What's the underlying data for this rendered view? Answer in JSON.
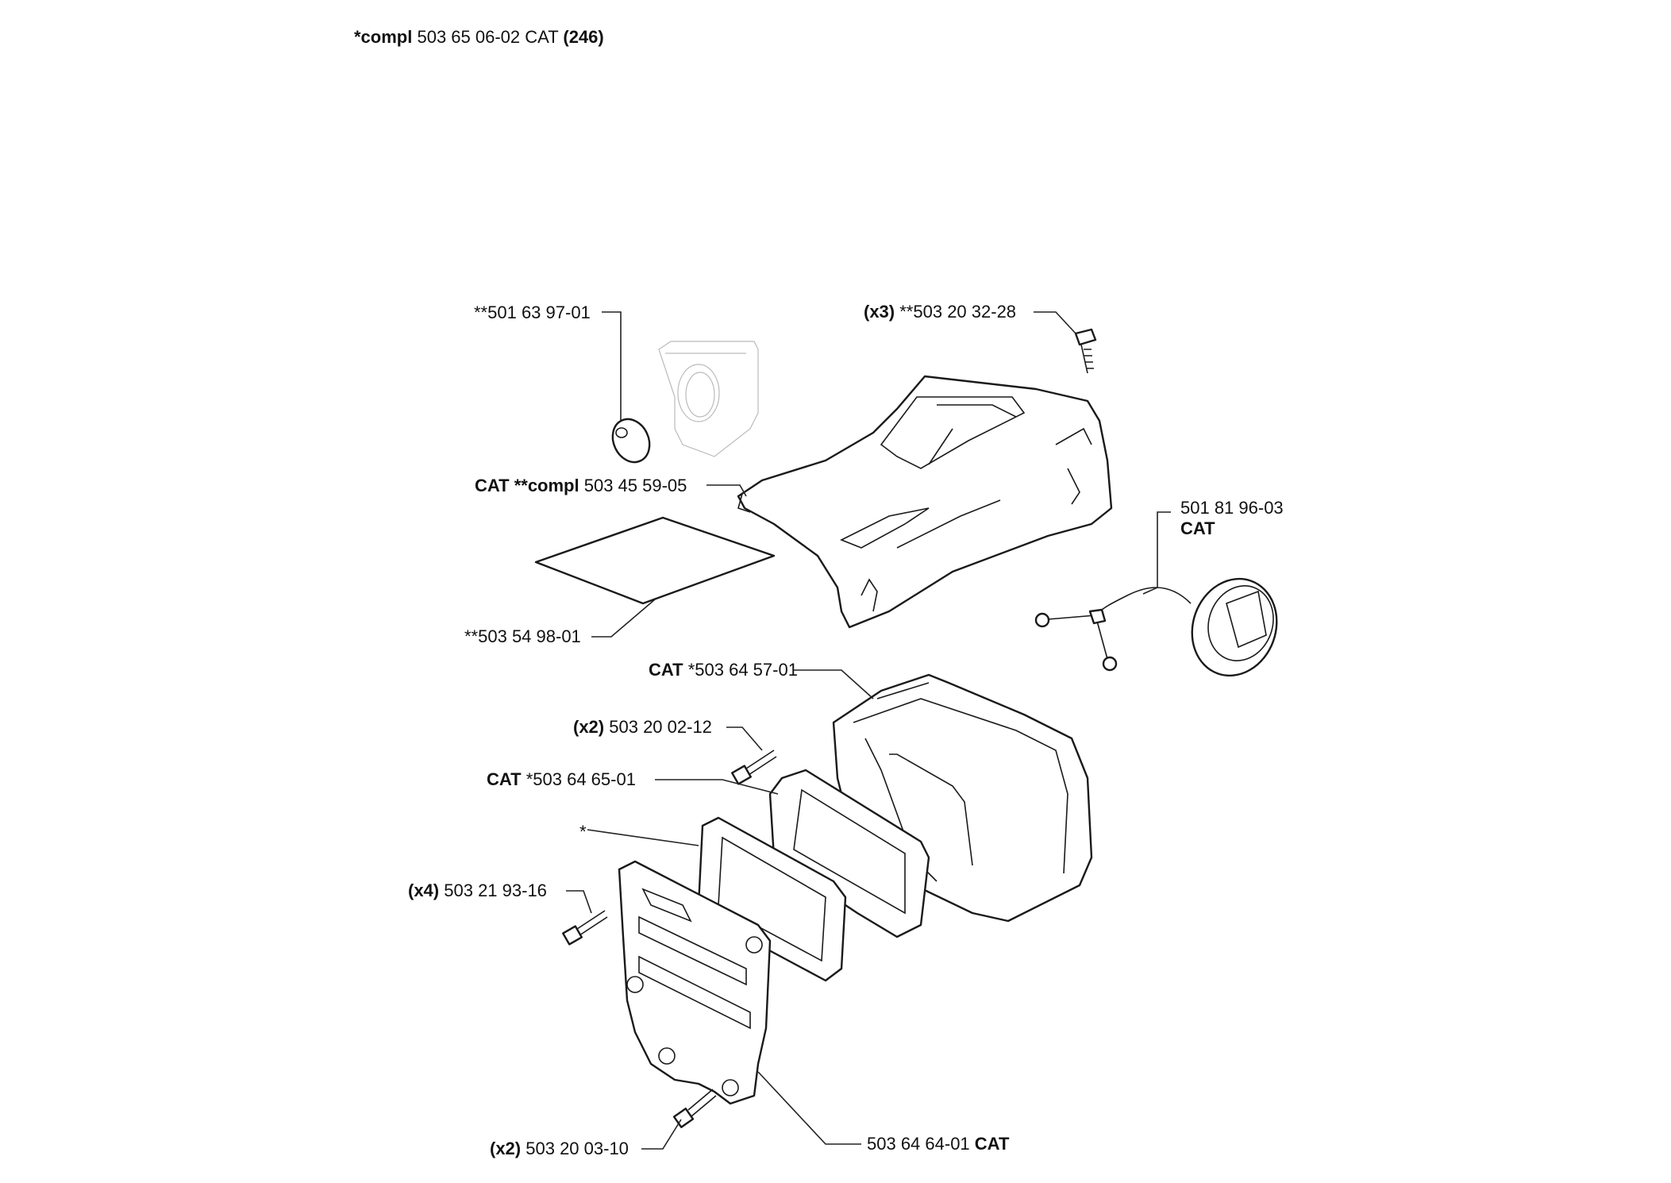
{
  "title": {
    "prefix": "*compl",
    "part": "503 65 06-02 CAT",
    "count": "(246)"
  },
  "labels": {
    "cap_seal": {
      "bold": "",
      "text": "**501 63 97-01",
      "suffix": ""
    },
    "cover_screw": {
      "bold": "(x3)",
      "text": "**503 20 32-28",
      "suffix": ""
    },
    "cover": {
      "bold": "CAT **compl",
      "text": "503 45 59-05",
      "suffix": ""
    },
    "fuel_cap": {
      "bold": "",
      "text": "501 81 96-03",
      "suffix": "CAT"
    },
    "decal": {
      "bold": "",
      "text": "**503 54 98-01",
      "suffix": ""
    },
    "muffler": {
      "bold": "CAT",
      "text": "*503 64 57-01",
      "suffix": ""
    },
    "muffler_screw": {
      "bold": "(x2)",
      "text": "503 20 02-12",
      "suffix": ""
    },
    "gasket": {
      "bold": "CAT",
      "text": "*503 64 65-01",
      "suffix": ""
    },
    "star": {
      "bold": "",
      "text": "*",
      "suffix": ""
    },
    "plate_screw": {
      "bold": "(x4)",
      "text": "503 21 93-16",
      "suffix": ""
    },
    "bottom_screw": {
      "bold": "(x2)",
      "text": "503 20 03-10",
      "suffix": ""
    },
    "spark_plate": {
      "bold": "",
      "text": "503 64 64-01",
      "suffix": "CAT"
    }
  }
}
